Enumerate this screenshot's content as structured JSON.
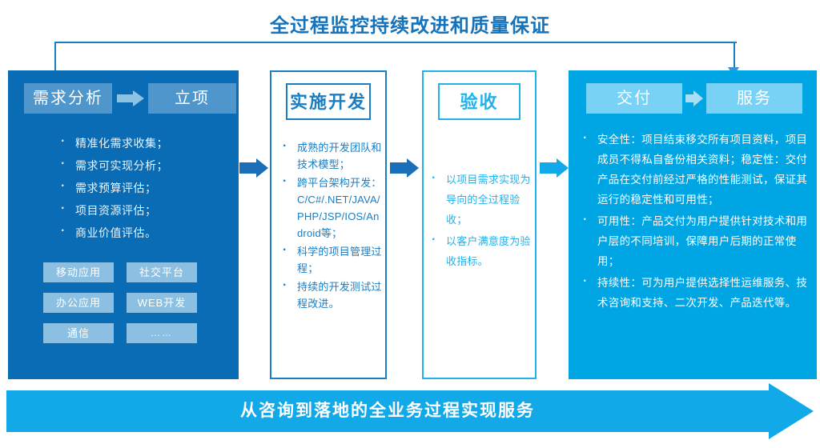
{
  "diagram": {
    "top_title": "全过程监控持续改进和质量保证",
    "bottom_banner": "从咨询到落地的全业务过程实现服务",
    "colors": {
      "dark_blue": "#0a6cb4",
      "border_blue": "#1a7ec4",
      "cyan": "#00a5e4",
      "border_cyan": "#21b2ec",
      "banner": "#12a9e8",
      "chip_light": "#4e96cc",
      "chip_pale": "#78d2f5",
      "tag": "#8bc0e2",
      "title_text": "#1573bb"
    },
    "stages": [
      {
        "id": "stage-1",
        "style": "filled-dark",
        "headers": [
          "需求分析",
          "立项"
        ],
        "has_inline_arrow": true,
        "bullets": [
          "精准化需求收集；",
          "需求可实现分析；",
          "需求预算评估；",
          "项目资源评估；",
          "商业价值评估。"
        ],
        "tags": [
          "移动应用",
          "社交平台",
          "办公应用",
          "WEB开发",
          "通信",
          "……"
        ]
      },
      {
        "id": "stage-2",
        "style": "outlined-blue",
        "headers": [
          "实施开发"
        ],
        "has_inline_arrow": false,
        "bullets": [
          "成熟的开发团队和技术模型；",
          "跨平台架构开发：C/C#/.NET/JAVA/PHP/JSP/IOS/Android等；",
          "科学的项目管理过程；",
          "持续的开发测试过程改进。"
        ],
        "tags": []
      },
      {
        "id": "stage-3",
        "style": "outlined-cyan",
        "headers": [
          "验收"
        ],
        "has_inline_arrow": false,
        "bullets": [
          "以项目需求实现为导向的全过程验收；",
          "以客户满意度为验收指标。"
        ],
        "tags": []
      },
      {
        "id": "stage-4",
        "style": "filled-cyan",
        "headers": [
          "交付",
          "服务"
        ],
        "has_inline_arrow": true,
        "bullets": [
          "安全性：项目结束移交所有项目资料，项目成员不得私自备份相关资料；稳定性：交付产品在交付前经过严格的性能测试，保证其运行的稳定性和可用性；",
          "可用性：产品交付为用户提供针对技术和用户层的不同培训，保障用户后期的正常使用；",
          "持续性：可为用户提供选择性运维服务、技术咨询和支持、二次开发、产品迭代等。"
        ],
        "tags": []
      }
    ],
    "connectors": {
      "between_1_2": "arrow-right-dark",
      "between_2_3": "arrow-right-dark",
      "between_3_4": "arrow-right-cyan",
      "top_bracket": "bracket-down-arrow"
    }
  }
}
